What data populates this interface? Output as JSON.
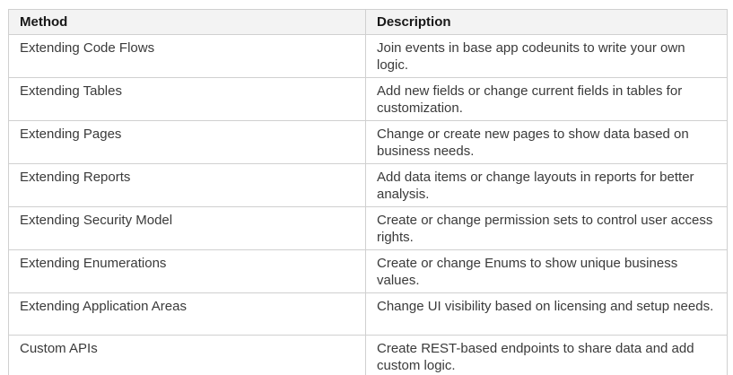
{
  "table": {
    "columns": [
      {
        "label": "Method"
      },
      {
        "label": "Description"
      }
    ],
    "rows": [
      {
        "method": "Extending Code Flows",
        "description": "Join events in base app codeunits to write your own logic."
      },
      {
        "method": "Extending Tables",
        "description": "Add new fields or change current fields in tables for customization."
      },
      {
        "method": "Extending Pages",
        "description": "Change or create new pages to show data based on business needs."
      },
      {
        "method": "Extending Reports",
        "description": "Add data items or change layouts in reports for better analysis."
      },
      {
        "method": "Extending Security Model",
        "description": "Create or change permission sets to control user access rights."
      },
      {
        "method": "Extending Enumerations",
        "description": "Create or change Enums to show unique business values."
      },
      {
        "method": "Extending Application Areas",
        "description": "Change UI visibility based on licensing and setup needs."
      },
      {
        "method": "Custom APIs",
        "description": "Create REST-based endpoints to share data and add custom logic."
      }
    ],
    "colors": {
      "header_bg": "#f3f3f3",
      "border": "#d0d0d0",
      "header_text": "#181818",
      "body_text": "#3a3a3a"
    }
  }
}
